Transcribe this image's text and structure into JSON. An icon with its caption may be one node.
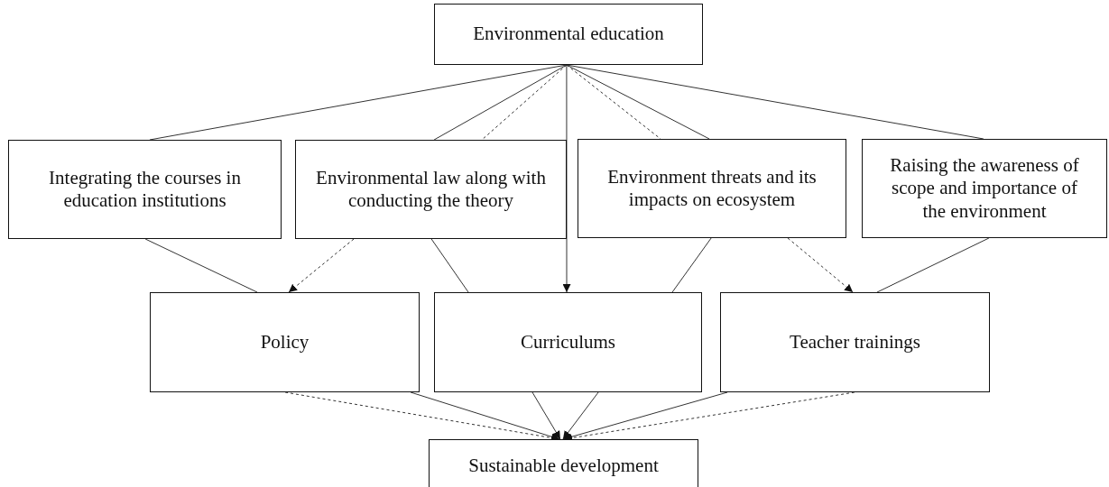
{
  "diagram": {
    "nodes": [
      {
        "text": [
          "Environmental education"
        ]
      },
      {
        "text": [
          "Integrating the courses in education institutions"
        ]
      },
      {
        "text": [
          "Environmental law along with conducting the theory"
        ]
      },
      {
        "text": [
          "Environment threats and its impacts on ecosystem"
        ]
      },
      {
        "text": [
          "Raising the awareness of scope and importance of the environment"
        ]
      },
      {
        "text": [
          "Policy"
        ]
      },
      {
        "text": [
          "Curriculums"
        ]
      },
      {
        "text": [
          "Teacher trainings"
        ]
      },
      {
        "text": [
          "Sustainable development"
        ]
      }
    ],
    "edges": [
      {
        "from": 0,
        "to": 1,
        "arrow": "none"
      },
      {
        "from": 0,
        "to": 2,
        "arrow": "none"
      },
      {
        "from": 0,
        "to": 2,
        "arrow": "none",
        "style": "dashed"
      },
      {
        "from": 0,
        "to": 6,
        "arrow": "to"
      },
      {
        "from": 0,
        "to": 3,
        "arrow": "none",
        "style": "dashed"
      },
      {
        "from": 0,
        "to": 3,
        "arrow": "none"
      },
      {
        "from": 0,
        "to": 4,
        "arrow": "none"
      },
      {
        "from": 1,
        "to": 5,
        "arrow": "none"
      },
      {
        "from": 2,
        "to": 5,
        "arrow": "to",
        "style": "dashed"
      },
      {
        "from": 2,
        "to": 6,
        "arrow": "none"
      },
      {
        "from": 3,
        "to": 6,
        "arrow": "none"
      },
      {
        "from": 3,
        "to": 7,
        "arrow": "to",
        "style": "dashed"
      },
      {
        "from": 4,
        "to": 7,
        "arrow": "none"
      },
      {
        "from": 5,
        "to": 8,
        "arrow": "to",
        "style": "dashed"
      },
      {
        "from": 5,
        "to": 8,
        "arrow": "to"
      },
      {
        "from": 6,
        "to": 8,
        "arrow": "to"
      },
      {
        "from": 6,
        "to": 8,
        "arrow": "to"
      },
      {
        "from": 7,
        "to": 8,
        "arrow": "to"
      },
      {
        "from": 7,
        "to": 8,
        "arrow": "to",
        "style": "dashed"
      }
    ]
  }
}
